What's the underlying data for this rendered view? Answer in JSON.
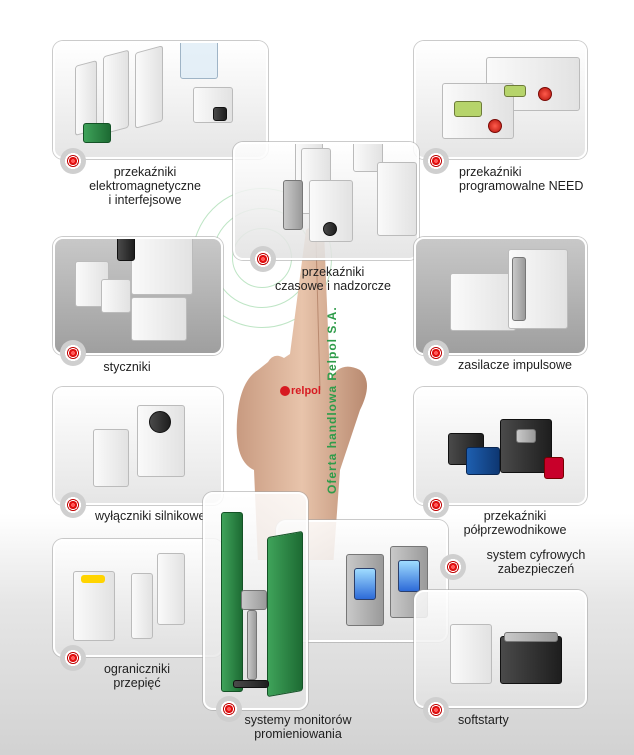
{
  "brand": {
    "logo_text": "relpol",
    "tagline": "Oferta handlowa Relpol S.A."
  },
  "categories": [
    {
      "id": "electromagnetic",
      "lines": [
        "przekaźniki",
        "elektromagnetyczne",
        "i interfejsowe"
      ]
    },
    {
      "id": "programmable",
      "lines": [
        "przekaźniki",
        "programowalne NEED"
      ]
    },
    {
      "id": "timing",
      "lines": [
        "przekaźniki",
        "czasowe i nadzorcze"
      ]
    },
    {
      "id": "contactors",
      "lines": [
        "styczniki"
      ]
    },
    {
      "id": "power-supplies",
      "lines": [
        "zasilacze impulsowe"
      ]
    },
    {
      "id": "motor-switches",
      "lines": [
        "wyłączniki silnikowe"
      ]
    },
    {
      "id": "semiconductor",
      "lines": [
        "przekaźniki",
        "półprzewodnikowe"
      ]
    },
    {
      "id": "digital-protection",
      "lines": [
        "system cyfrowych",
        "zabezpieczeń"
      ]
    },
    {
      "id": "surge",
      "lines": [
        "ograniczniki",
        "przepięć"
      ]
    },
    {
      "id": "radiation",
      "lines": [
        "systemy monitorów",
        "promieniowania"
      ]
    },
    {
      "id": "softstarters",
      "lines": [
        "softstarty"
      ]
    }
  ],
  "colors": {
    "accent_red": "#d71a21",
    "accent_green": "#2f9c4a",
    "card_border": "#ffffff"
  }
}
